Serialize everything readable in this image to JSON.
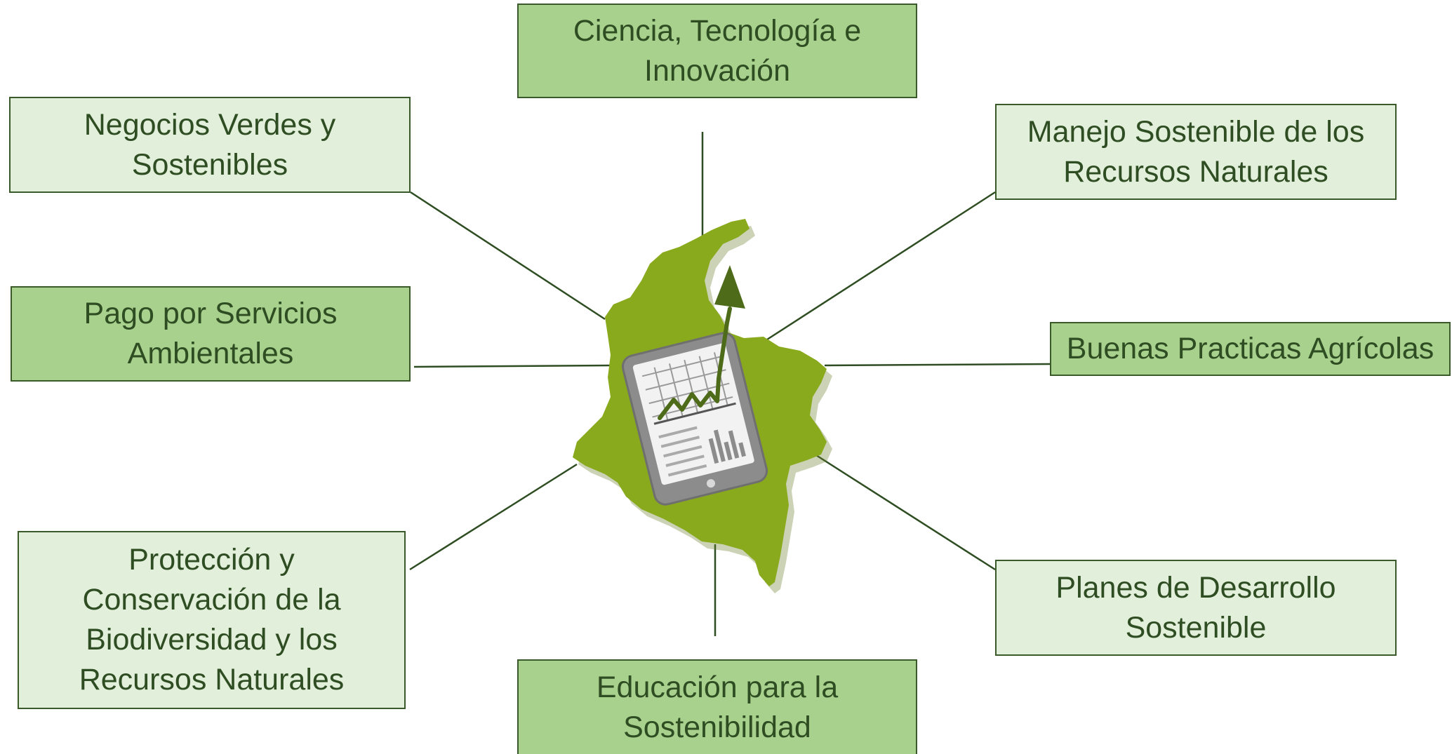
{
  "boxes": [
    {
      "id": "ciencia",
      "label": "Ciencia, Tecnología e\nInnovación",
      "style": "dark"
    },
    {
      "id": "negocios",
      "label": "Negocios Verdes y\nSostenibles",
      "style": "light"
    },
    {
      "id": "manejo",
      "label": "Manejo Sostenible de los\nRecursos Naturales",
      "style": "light"
    },
    {
      "id": "pago",
      "label": "Pago por Servicios\nAmbientales",
      "style": "dark"
    },
    {
      "id": "buenas",
      "label": "Buenas Practicas Agrícolas",
      "style": "dark"
    },
    {
      "id": "proteccion",
      "label": "Protección y\nConservación de la\nBiodiversidad y los\nRecursos Naturales",
      "style": "light"
    },
    {
      "id": "planes",
      "label": "Planes de Desarrollo\nSostenible",
      "style": "light"
    },
    {
      "id": "educacion",
      "label": "Educación para la\nSostenibilidad",
      "style": "dark"
    }
  ],
  "colors": {
    "dark_box": "#a9d18e",
    "light_box": "#e2efda",
    "border": "#3b5a2a",
    "text": "#2f4d22",
    "map": "#8aaa1e",
    "arrow": "#4e6b1a",
    "tablet_frame": "#8c8c8c",
    "tablet_screen": "#f2f2f2"
  },
  "icons": {
    "center": "colombia-map-icon",
    "device": "tablet-chart-icon",
    "trend": "growth-arrow-icon"
  }
}
